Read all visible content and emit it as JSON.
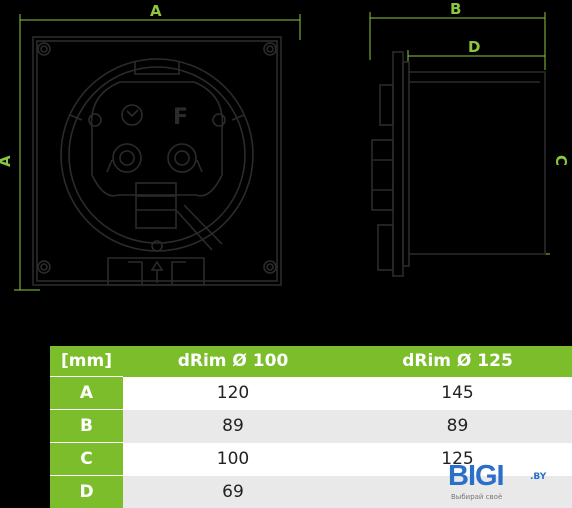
{
  "dimensions": {
    "label_a": "A",
    "label_b": "B",
    "label_c": "C",
    "label_d": "D"
  },
  "colors": {
    "accent": "#7bbd2a",
    "line": "#2b2b2b",
    "dim_line": "#8cc63f",
    "row_alt": "#e9e9e9"
  },
  "front_view": {
    "gauge_symbol": "timer-icon",
    "fan_letter": "F"
  },
  "table": {
    "unit_header": "[mm]",
    "col1_header": "dRim Ø 100",
    "col2_header": "dRim Ø 125",
    "rows": [
      {
        "label": "A",
        "v100": "120",
        "v125": "145"
      },
      {
        "label": "B",
        "v100": "89",
        "v125": "89"
      },
      {
        "label": "C",
        "v100": "100",
        "v125": "125"
      },
      {
        "label": "D",
        "v100": "69",
        "v125": ""
      }
    ]
  },
  "logo": {
    "word": "BIGI",
    "suffix": ".BY",
    "tagline": "Выбирай своё"
  }
}
